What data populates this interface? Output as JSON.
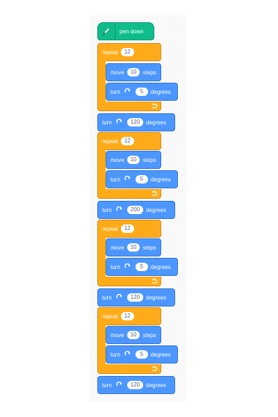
{
  "pen_block": {
    "label": "pen down",
    "icon": "pen-icon"
  },
  "loops": [
    {
      "repeat_label": "repeat",
      "repeat_count": "12",
      "move": {
        "label": "move",
        "value": "10",
        "unit": "steps"
      },
      "turn": {
        "label": "turn",
        "value": "5",
        "unit": "degrees"
      },
      "after_turn": {
        "label": "turn",
        "value": "120",
        "unit": "degrees"
      }
    },
    {
      "repeat_label": "repeat",
      "repeat_count": "12",
      "move": {
        "label": "move",
        "value": "10",
        "unit": "steps"
      },
      "turn": {
        "label": "turn",
        "value": "5",
        "unit": "degrees"
      },
      "after_turn": {
        "label": "turn",
        "value": "200",
        "unit": "degrees"
      }
    },
    {
      "repeat_label": "repeat",
      "repeat_count": "12",
      "move": {
        "label": "move",
        "value": "10",
        "unit": "steps"
      },
      "turn": {
        "label": "turn",
        "value": "5",
        "unit": "degrees"
      },
      "after_turn": {
        "label": "turn",
        "value": "120",
        "unit": "degrees"
      }
    },
    {
      "repeat_label": "repeat",
      "repeat_count": "12",
      "move": {
        "label": "move",
        "value": "10",
        "unit": "steps"
      },
      "turn": {
        "label": "turn",
        "value": "5",
        "unit": "degrees"
      },
      "after_turn": {
        "label": "turn",
        "value": "120",
        "unit": "degrees"
      }
    }
  ],
  "colors": {
    "motion": "#4c97ff",
    "control": "#ffab19",
    "pen": "#0fbd8c"
  }
}
